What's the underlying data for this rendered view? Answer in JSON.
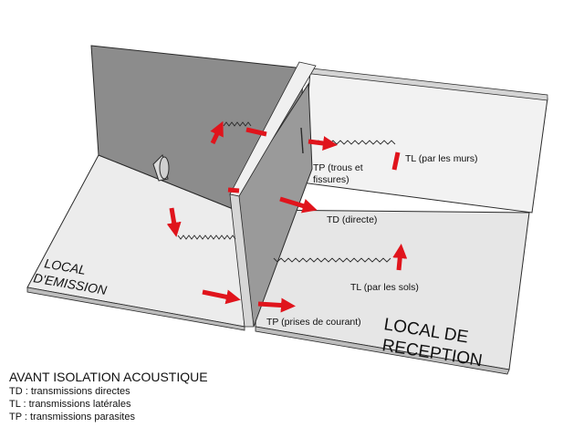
{
  "labels": {
    "tl_murs": "TL (par les murs)",
    "tp_trous_1": "TP (trous et",
    "tp_trous_2": "fissures)",
    "td_directe": "TD (directe)",
    "tl_sols": "TL (par les sols)",
    "tp_prises": "TP (prises de courant)",
    "local_emission_1": "LOCAL",
    "local_emission_2": "D'EMISSION",
    "local_reception_1": "LOCAL DE",
    "local_reception_2": "RECEPTION"
  },
  "legend": {
    "title": "AVANT ISOLATION ACOUSTIQUE",
    "lines": [
      "TD : transmissions directes",
      "TL : transmissions latérales",
      "TP : transmissions parasites"
    ]
  },
  "colors": {
    "arrow": "#e0141c",
    "wall_dark": "#8c8c8c",
    "floor_light": "#ececec",
    "outline": "#2a2a2a"
  }
}
